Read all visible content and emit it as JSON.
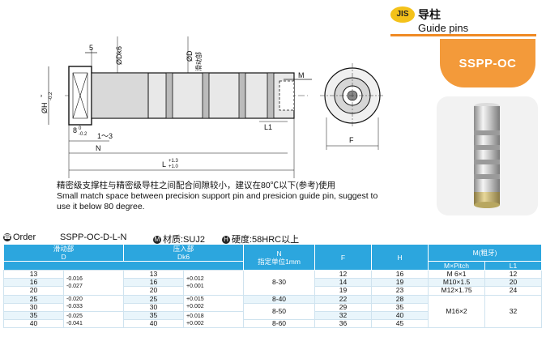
{
  "header": {
    "jis": "JIS",
    "title_cn": "导柱",
    "title_en": "Guide pins"
  },
  "product_code": "SSPP-OC",
  "drawing": {
    "dim_5": "5",
    "dim_dk": "ØDk6",
    "dim_d": "ØD",
    "dim_d_cn": "滑动部",
    "dim_m": "M",
    "dim_h": "ØH",
    "dim_h_tol_top": "0",
    "dim_h_tol_bot": "-0.2",
    "dim_8": "8",
    "dim_8_tol_top": "0",
    "dim_8_tol_bot": "-0.2",
    "dim_1_3": "1～3",
    "dim_n": "N",
    "dim_l1": "L1",
    "dim_l": "L",
    "dim_l_tol_top": "+1.3",
    "dim_l_tol_bot": "+1.0",
    "dim_f": "F"
  },
  "description": {
    "cn": "精密级支撑柱与精密级导柱之间配合间隙较小，建议在80℃以下(参考)使用",
    "en1": "Small match space between precision support pin and presicion guide pin, suggest to",
    "en2": "use it below 80 degree."
  },
  "order": {
    "label": "Order",
    "code": "SSPP-OC-D-L-N",
    "material_icon": "M",
    "material": "材质:SUJ2",
    "hardness_icon": "H",
    "hardness": "硬度:58HRC以上"
  },
  "table": {
    "headers": {
      "d_cn": "滑动部",
      "d": "D",
      "dk_cn": "压入部",
      "dk": "Dk6",
      "n": "N",
      "n_cn": "指定单位1mm",
      "f": "F",
      "h": "H",
      "m_cn": "M(粗牙)",
      "m_pitch": "M×Pitch",
      "l1": "L1"
    },
    "rows": [
      {
        "d": "13",
        "dtol": "",
        "dk": "13",
        "dktol": "",
        "n": "",
        "f": "12",
        "h": "16",
        "m": "M 6×1",
        "l1": "12"
      },
      {
        "d": "16",
        "dtol": "",
        "dk": "16",
        "dktol": "",
        "n": "",
        "f": "14",
        "h": "19",
        "m": "M10×1.5",
        "l1": "20"
      },
      {
        "d": "20",
        "dtol": "",
        "dk": "20",
        "dktol": "",
        "n": "",
        "f": "19",
        "h": "23",
        "m": "M12×1.75",
        "l1": "24"
      },
      {
        "d": "25",
        "dtol": "",
        "dk": "25",
        "dktol": "",
        "n": "",
        "f": "22",
        "h": "28",
        "m": "",
        "l1": ""
      },
      {
        "d": "30",
        "dtol": "",
        "dk": "30",
        "dktol": "",
        "n": "",
        "f": "29",
        "h": "35",
        "m": "",
        "l1": ""
      },
      {
        "d": "35",
        "dtol": "",
        "dk": "35",
        "dktol": "",
        "n": "",
        "f": "32",
        "h": "40",
        "m": "",
        "l1": ""
      },
      {
        "d": "40",
        "dtol": "",
        "dk": "40",
        "dktol": "",
        "n": "",
        "f": "36",
        "h": "45",
        "m": "",
        "l1": ""
      }
    ],
    "tol_d": [
      "-0.016\n-0.027",
      "-0.020\n-0.033",
      "-0.025\n-0.041"
    ],
    "tol_dk": [
      "+0.012\n+0.001",
      "+0.015\n+0.002",
      "+0.018\n+0.002"
    ],
    "n_groups": [
      "8-30",
      "8-40",
      "8-50",
      "8-60"
    ],
    "m_big": "M16×2",
    "l1_big": "32"
  }
}
